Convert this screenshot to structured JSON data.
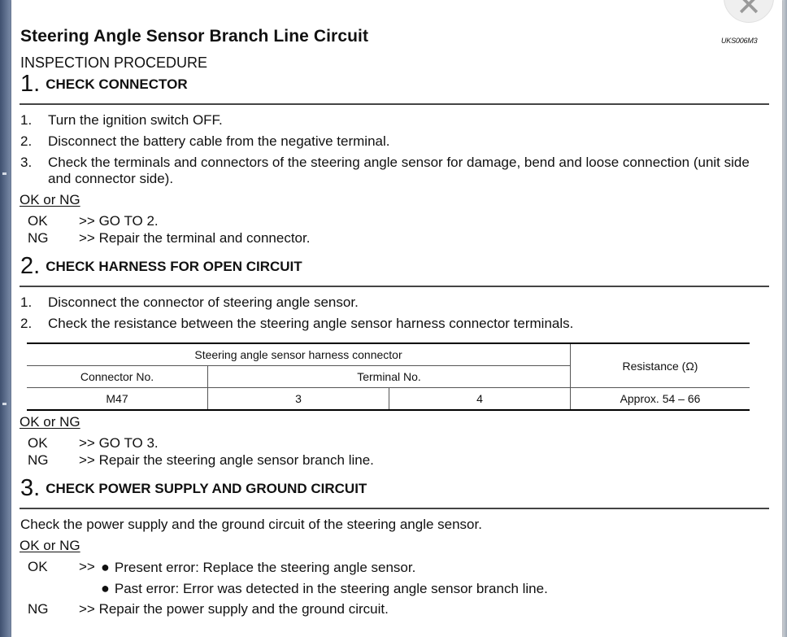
{
  "window": {
    "close_glyph": "✕"
  },
  "document": {
    "title": "Steering Angle Sensor Branch Line Circuit",
    "code": "UKS006M3",
    "procedure_heading": "INSPECTION PROCEDURE",
    "steps": [
      {
        "number": "1.",
        "heading": "CHECK CONNECTOR",
        "items": [
          {
            "num": "1.",
            "text": "Turn the ignition switch OFF."
          },
          {
            "num": "2.",
            "text": "Disconnect the battery cable from the negative terminal."
          },
          {
            "num": "3.",
            "text": "Check the terminals and connectors of the steering angle sensor for damage, bend and loose connection (unit side and connector side)."
          }
        ],
        "ok_ng_heading": "OK or NG",
        "ok_label": "OK",
        "ok_action": ">> GO TO 2.",
        "ng_label": "NG",
        "ng_action": ">> Repair the terminal and connector."
      },
      {
        "number": "2.",
        "heading": "CHECK HARNESS FOR OPEN CIRCUIT",
        "items": [
          {
            "num": "1.",
            "text": "Disconnect the connector of steering angle sensor."
          },
          {
            "num": "2.",
            "text": "Check the resistance between the steering angle sensor harness connector terminals."
          }
        ],
        "table": {
          "group_header": "Steering angle sensor harness connector",
          "resistance_header": "Resistance (Ω)",
          "connector_header": "Connector No.",
          "terminal_header": "Terminal No.",
          "row": {
            "connector": "M47",
            "terminal_a": "3",
            "terminal_b": "4",
            "resistance": "Approx. 54 – 66"
          }
        },
        "ok_ng_heading": "OK or NG",
        "ok_label": "OK",
        "ok_action": ">> GO TO 3.",
        "ng_label": "NG",
        "ng_action": ">> Repair the steering angle sensor branch line."
      },
      {
        "number": "3.",
        "heading": "CHECK POWER SUPPLY AND GROUND CIRCUIT",
        "text": "Check the power supply and the ground circuit of the steering angle sensor.",
        "ok_ng_heading": "OK or NG",
        "ok_label": "OK",
        "ok_prefix": ">>",
        "bullet_glyph": "●",
        "ok_bullets": [
          "Present error: Replace the steering angle sensor.",
          "Past error: Error was detected in the steering angle sensor branch line."
        ],
        "ng_label": "NG",
        "ng_action": ">> Repair the power supply and the ground circuit."
      }
    ]
  }
}
